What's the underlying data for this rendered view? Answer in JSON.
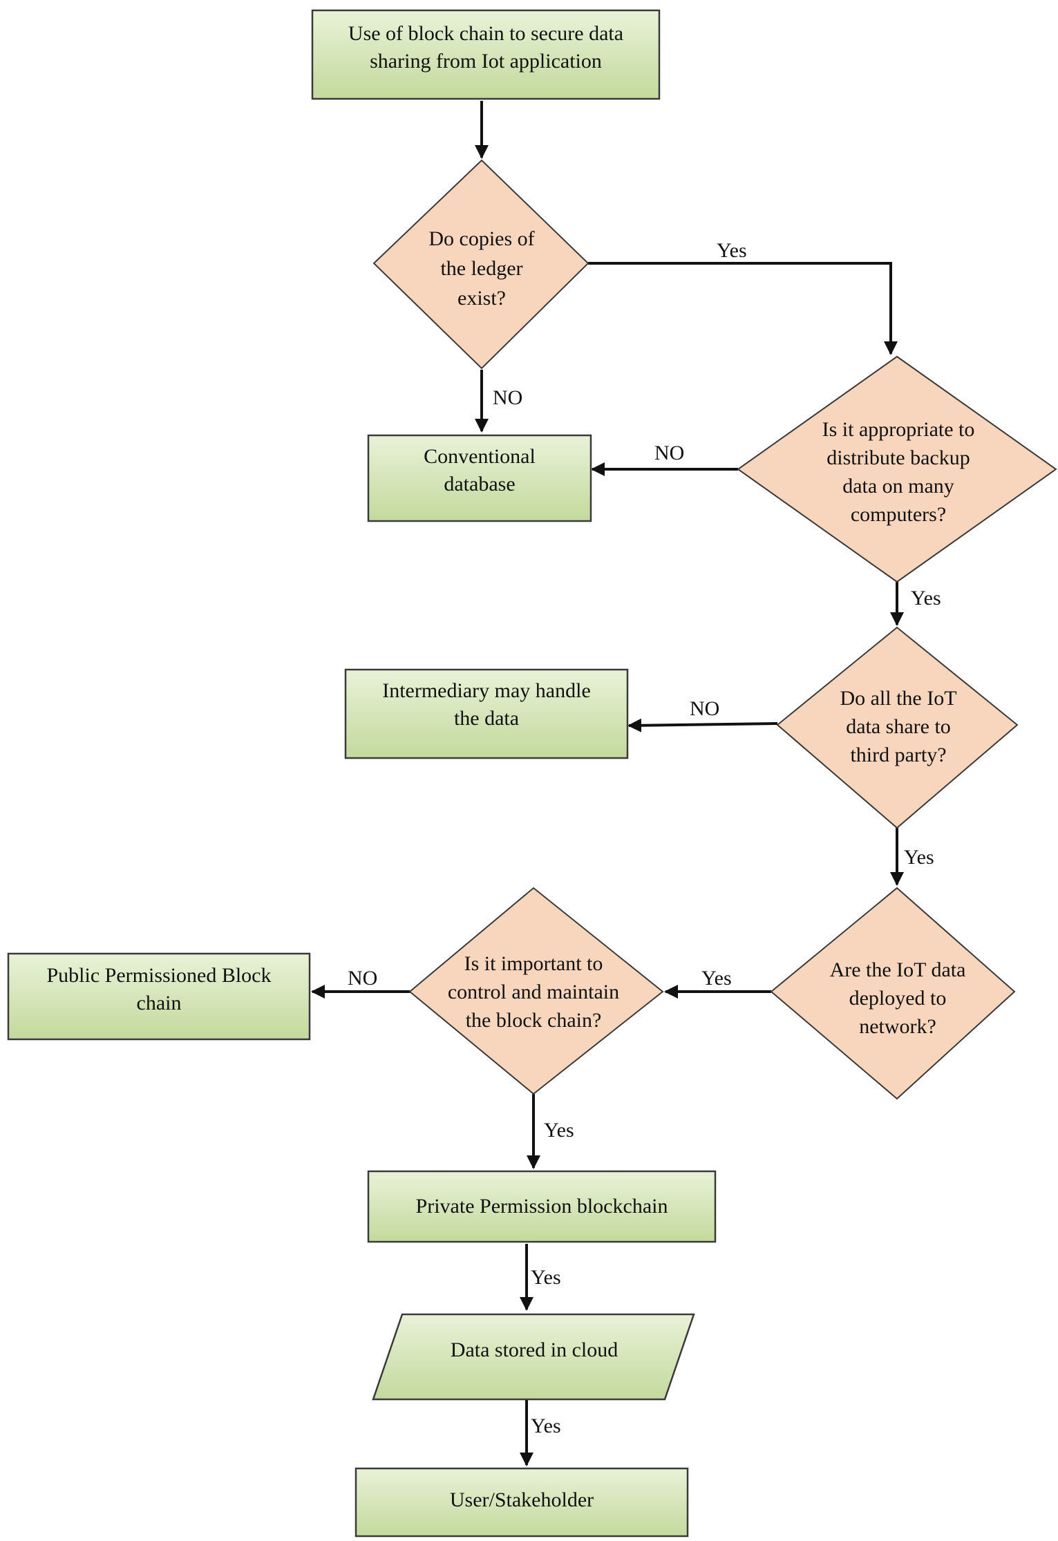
{
  "colors": {
    "process_fill_top": "#e9f2d8",
    "process_fill_bottom": "#c3d99c",
    "decision_fill": "#f8d6bd",
    "line": "#111111"
  },
  "nodes": {
    "start": [
      "Use of block chain to secure data",
      "sharing from Iot application"
    ],
    "q_ledger": [
      "Do copies of",
      "the ledger",
      "exist?"
    ],
    "conventional_db": [
      "Conventional",
      "database"
    ],
    "q_backup": [
      "Is it appropriate to",
      "distribute backup",
      "data on many",
      "computers?"
    ],
    "intermediary": [
      "Intermediary may handle",
      "the data"
    ],
    "q_third_party": [
      "Do all the IoT",
      "data share to",
      "third party?"
    ],
    "public_permissioned": [
      "Public Permissioned Block",
      "chain"
    ],
    "q_control": [
      "Is it important to",
      "control and maintain",
      "the block chain?"
    ],
    "q_network": [
      "Are the IoT data",
      "deployed to",
      "network?"
    ],
    "private_permission": [
      "Private Permission blockchain"
    ],
    "cloud": [
      "Data stored in cloud"
    ],
    "user": [
      "User/Stakeholder"
    ]
  },
  "edges": {
    "ledger_yes": "Yes",
    "ledger_no": "NO",
    "backup_no": "NO",
    "backup_yes": "Yes",
    "third_party_no": "NO",
    "third_party_yes": "Yes",
    "network_yes": "Yes",
    "control_no": "NO",
    "control_yes": "Yes",
    "private_yes": "Yes",
    "cloud_yes": "Yes"
  }
}
